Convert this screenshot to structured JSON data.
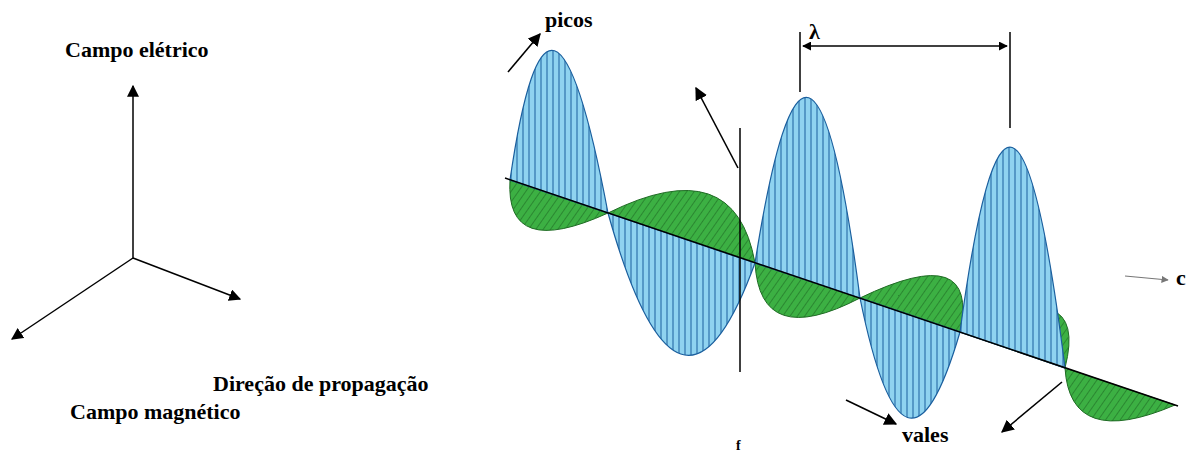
{
  "diagram": {
    "labels": [
      "Campo elétrico",
      "picos",
      "λ",
      "c",
      "Direção de propagação",
      "f",
      "vales",
      "Campo magnético"
    ]
  }
}
